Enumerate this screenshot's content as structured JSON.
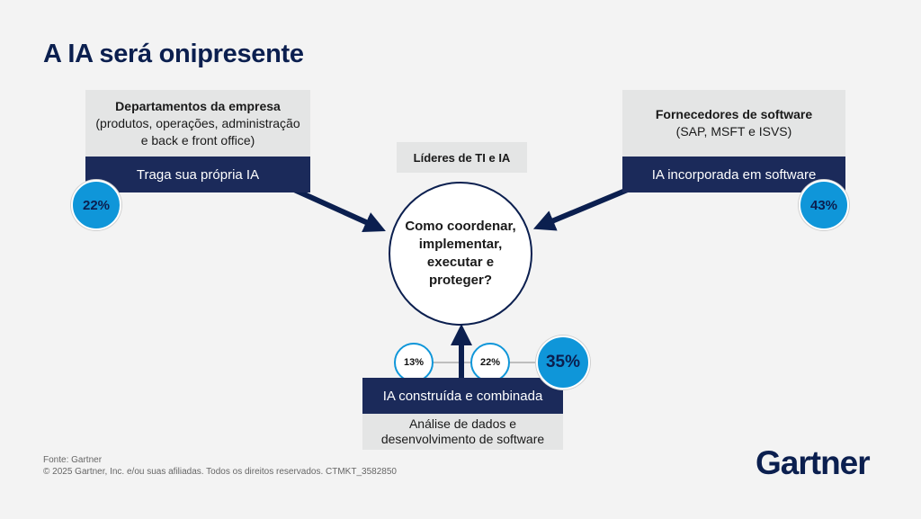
{
  "title": "A IA será onipresente",
  "left": {
    "heading": "Departamentos da empresa",
    "detail": "(produtos, operações, administração e back e front office)",
    "bar": "Traga sua própria IA",
    "percent": "22%"
  },
  "middle": {
    "label": "Líderes de TI e IA",
    "center": "Como coordenar, implementar, executar e proteger?"
  },
  "right": {
    "heading": "Fornecedores de software",
    "detail": "(SAP, MSFT e ISVS)",
    "bar": "IA incorporada em software",
    "percent": "43%"
  },
  "bottom": {
    "bar": "IA construída e combinada",
    "detail": "Análise de dados e desenvolvimento de software",
    "percent_a": "13%",
    "percent_b": "22%",
    "percent_total": "35%"
  },
  "footer": {
    "source": "Fonte: Gartner",
    "copyright": "© 2025 Gartner, Inc. e/ou suas afiliadas. Todos os direitos reservados. CTMKT_3582850"
  },
  "logo": "Gartner",
  "colors": {
    "navy": "#1b2a5a",
    "blue": "#0f96d9",
    "gray": "#e4e5e5"
  }
}
